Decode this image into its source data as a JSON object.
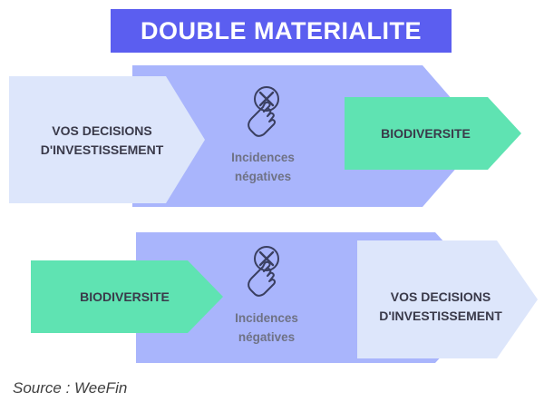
{
  "title": "DOUBLE MATERIALITE",
  "rows": [
    {
      "left_label": "VOS DECISIONS\nD'INVESTISSEMENT",
      "middle_label": "Incidences\nnégatives",
      "right_label": "BIODIVERSITE"
    },
    {
      "left_label": "BIODIVERSITE",
      "middle_label": "Incidences\nnégatives",
      "right_label": "VOS DECISIONS\nD'INVESTISSEMENT"
    }
  ],
  "icon": "hand-touch-cross-icon",
  "source": "Source : WeeFin",
  "colors": {
    "title_bg": "#5b5ef0",
    "big_arrow": "#a9b5fc",
    "pale_arrow": "#dde6fb",
    "green_arrow": "#5fe3b2"
  }
}
